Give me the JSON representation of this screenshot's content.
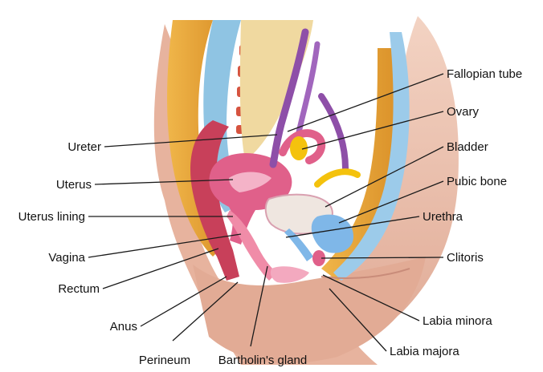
{
  "diagram": {
    "labels_left": {
      "ureter": "Ureter",
      "uterus": "Uterus",
      "uterus_lining": "Uterus lining",
      "vagina": "Vagina",
      "rectum": "Rectum",
      "anus": "Anus",
      "perineum": "Perineum"
    },
    "labels_bottom": {
      "bartholins_gland": "Bartholin's gland"
    },
    "labels_right": {
      "fallopian_tube": "Fallopian tube",
      "ovary": "Ovary",
      "bladder": "Bladder",
      "pubic_bone": "Pubic bone",
      "urethra": "Urethra",
      "clitoris": "Clitoris",
      "labia_minora": "Labia minora",
      "labia_majora": "Labia majora"
    },
    "colors": {
      "skin": "#e9bca8",
      "skin_dark": "#c98c7a",
      "fat_yellow": "#e8a63a",
      "spine_blue": "#8fc4e3",
      "uterus_pink": "#e0608a",
      "ovary_yellow": "#f4c20d",
      "ureter_purple": "#8e4fa8",
      "bladder_blue": "#7fb7e8",
      "rectum_red": "#c8405a"
    }
  }
}
